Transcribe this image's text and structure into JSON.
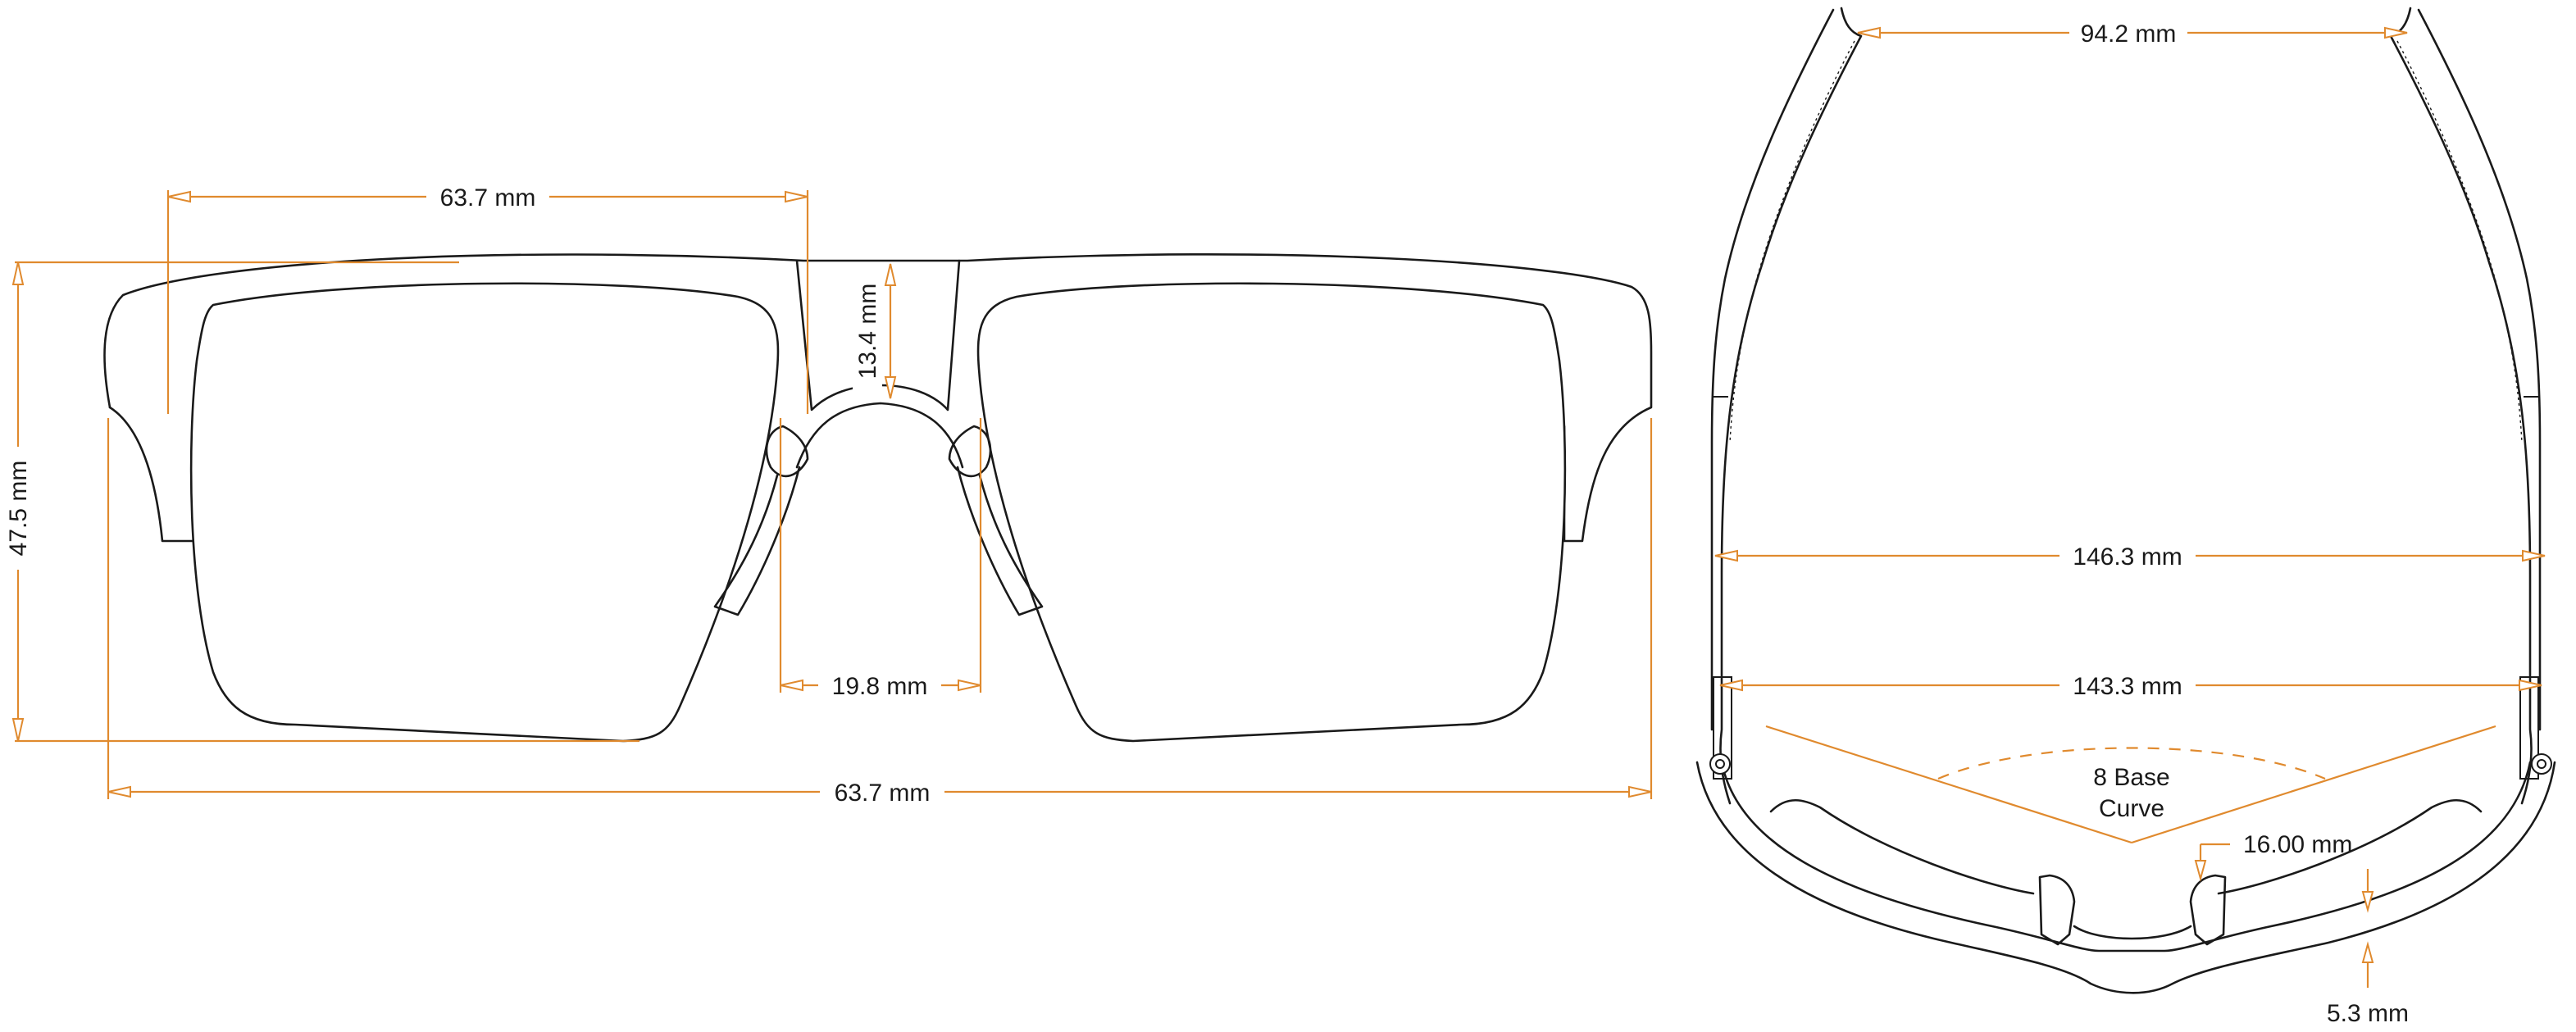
{
  "front_view": {
    "lens_width": "63.7 mm",
    "bridge_height": "13.4 mm",
    "lens_height": "47.5 mm",
    "bridge_width": "19.8 mm",
    "overall_width": "63.7 mm"
  },
  "top_view": {
    "temple_tip_width": "94.2 mm",
    "temple_width": "146.3 mm",
    "hinge_width": "143.3 mm",
    "base_curve_line1": "8 Base",
    "base_curve_line2": "Curve",
    "nosepad_offset": "16.00 mm",
    "frame_thickness": "5.3 mm"
  },
  "colors": {
    "dimension": "#e08a2e",
    "outline": "#1a1a1a",
    "background": "#ffffff"
  }
}
